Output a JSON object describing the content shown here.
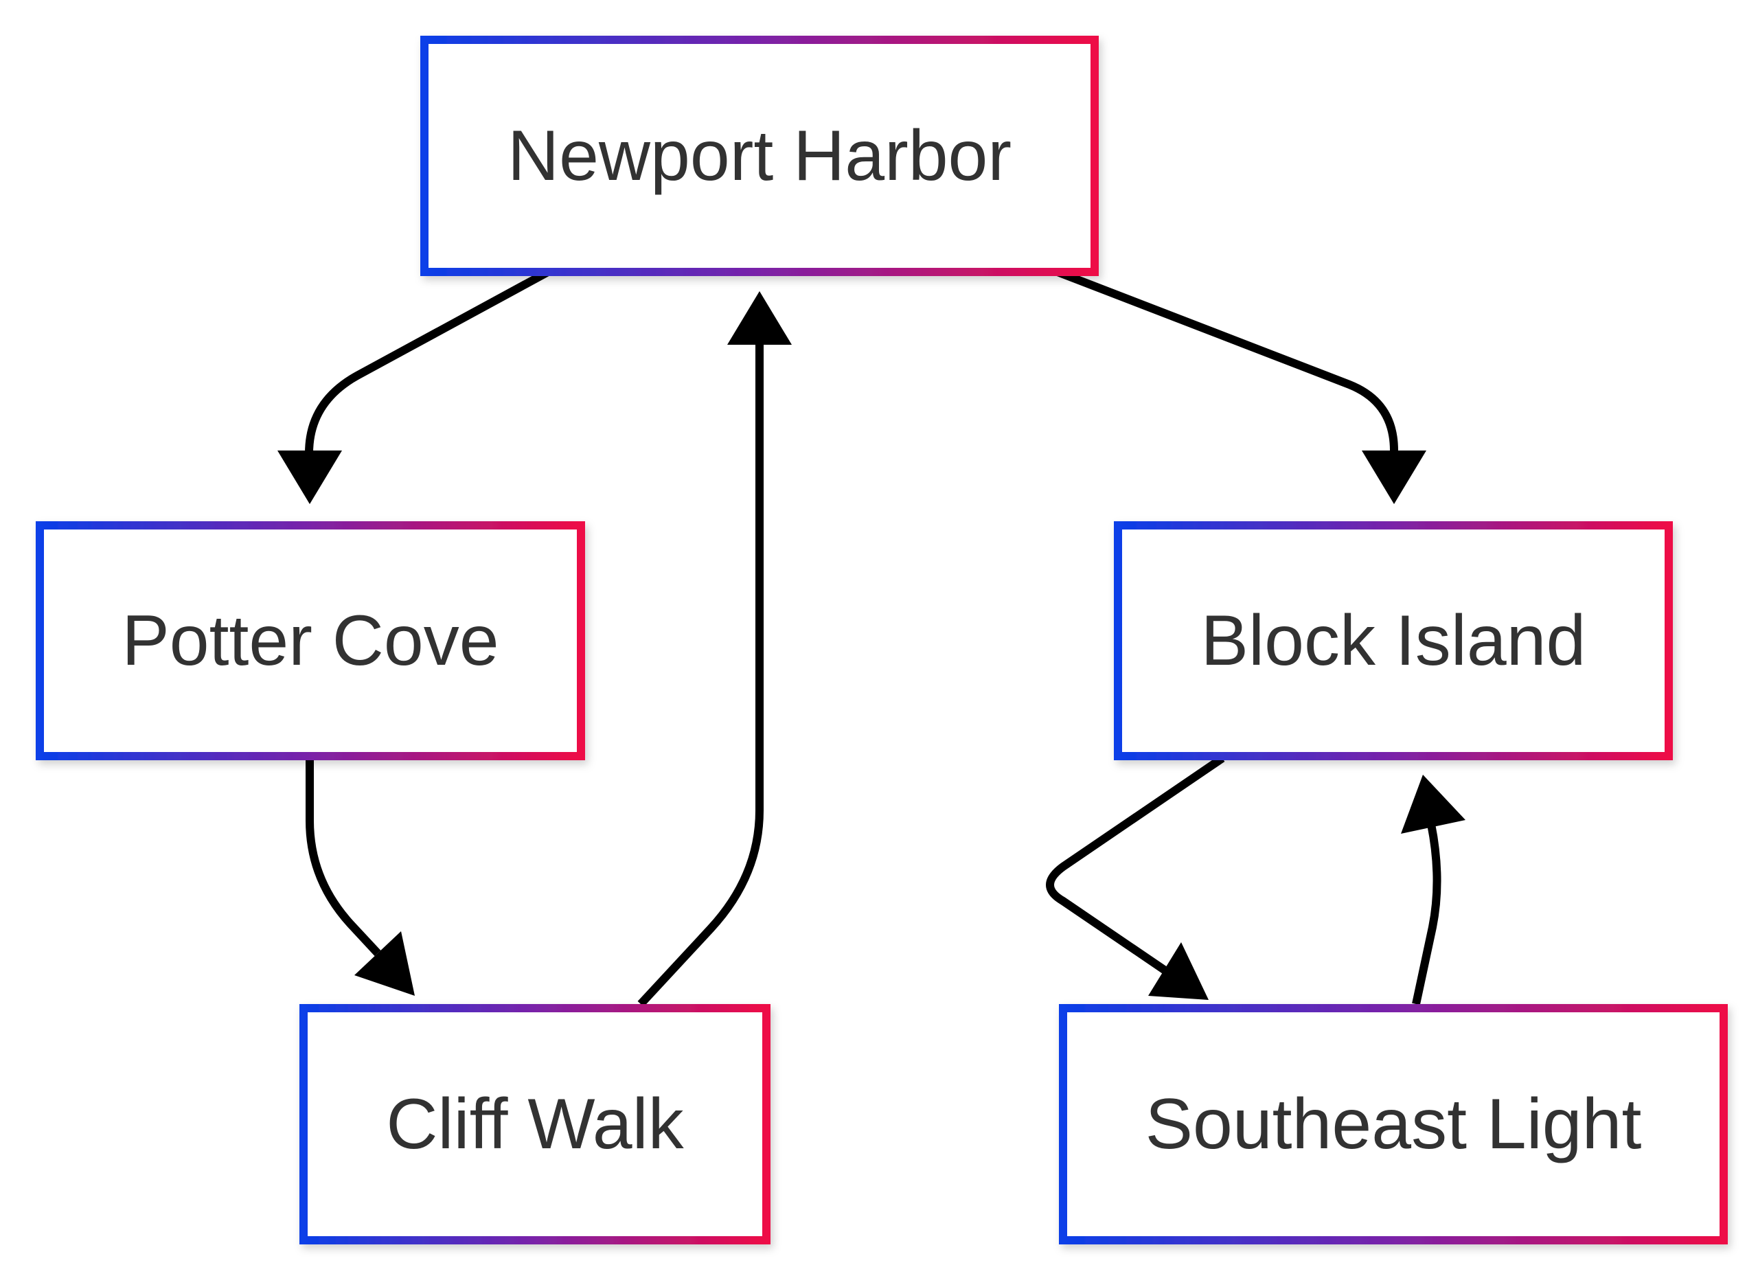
{
  "nodes": [
    {
      "id": "newport-harbor",
      "label": "Newport Harbor"
    },
    {
      "id": "potter-cove",
      "label": "Potter Cove"
    },
    {
      "id": "block-island",
      "label": "Block Island"
    },
    {
      "id": "cliff-walk",
      "label": "Cliff Walk"
    },
    {
      "id": "southeast-light",
      "label": "Southeast Light"
    }
  ],
  "edges": [
    {
      "from": "Newport Harbor",
      "to": "Potter Cove"
    },
    {
      "from": "Newport Harbor",
      "to": "Block Island"
    },
    {
      "from": "Potter Cove",
      "to": "Cliff Walk"
    },
    {
      "from": "Cliff Walk",
      "to": "Newport Harbor"
    },
    {
      "from": "Block Island",
      "to": "Southeast Light"
    },
    {
      "from": "Southeast Light",
      "to": "Block Island"
    }
  ],
  "colors": {
    "border_gradient_start": "#0a3fe8",
    "border_gradient_end": "#ee0a46",
    "edge": "#000000",
    "text": "#333333",
    "background": "#ffffff"
  }
}
